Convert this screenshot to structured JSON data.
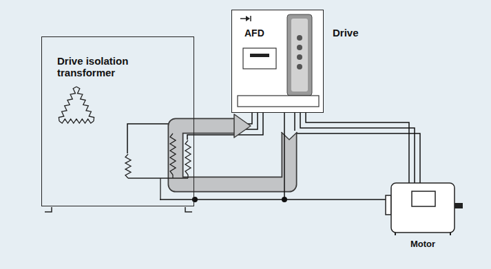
{
  "diagram": {
    "nodes": [
      {
        "text": [
          "Drive isolation transformer"
        ]
      },
      {
        "text": [
          "AFD",
          "Drive"
        ]
      },
      {
        "text": [
          "Motor"
        ]
      }
    ],
    "edges": [
      {
        "from": 0,
        "to": 1,
        "arrow": "none"
      },
      {
        "from": 1,
        "to": 2,
        "arrow": "none"
      },
      {
        "from": 0,
        "to": 2,
        "arrow": "none"
      }
    ]
  }
}
